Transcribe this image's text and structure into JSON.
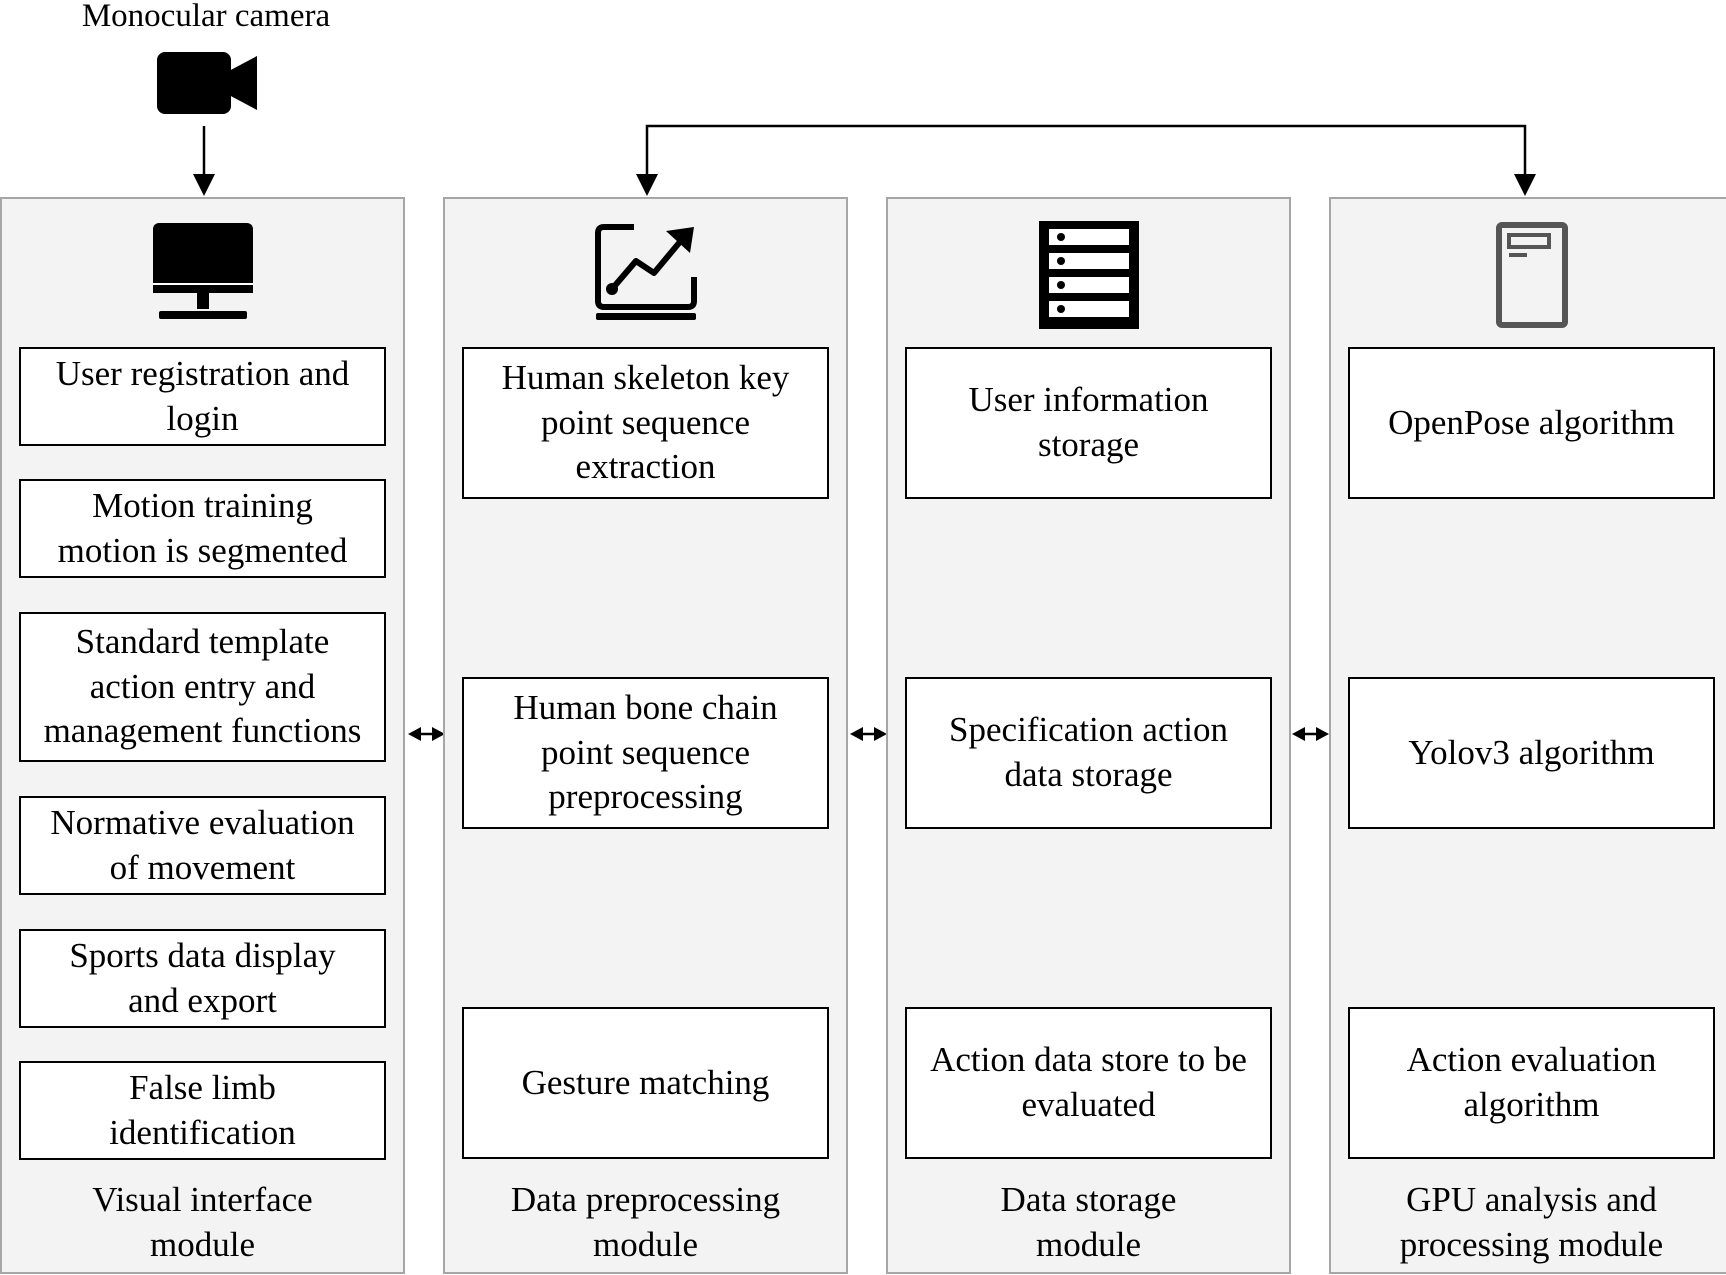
{
  "camera": {
    "label": "Monocular camera",
    "icon": "video-camera-icon"
  },
  "columns": [
    {
      "title": "Visual interface\nmodule",
      "icon": "desktop-monitor-icon",
      "boxes": [
        "User registration and\nlogin",
        "Motion training\nmotion is segmented",
        "Standard template\naction entry and\nmanagement functions",
        "Normative evaluation\nof movement",
        "Sports data display\nand export",
        "False limb\nidentification"
      ]
    },
    {
      "title": "Data preprocessing\nmodule",
      "icon": "line-chart-icon",
      "boxes": [
        "Human skeleton key\npoint sequence\nextraction",
        "Human bone chain\npoint sequence\npreprocessing",
        "Gesture matching"
      ]
    },
    {
      "title": "Data storage\nmodule",
      "icon": "server-rack-icon",
      "boxes": [
        "User information\nstorage",
        "Specification action\ndata storage",
        "Action data store to be\nevaluated"
      ]
    },
    {
      "title": "GPU analysis and\nprocessing module",
      "icon": "server-tower-icon",
      "boxes": [
        "OpenPose algorithm",
        "Yolov3 algorithm",
        "Action evaluation\nalgorithm"
      ]
    }
  ]
}
